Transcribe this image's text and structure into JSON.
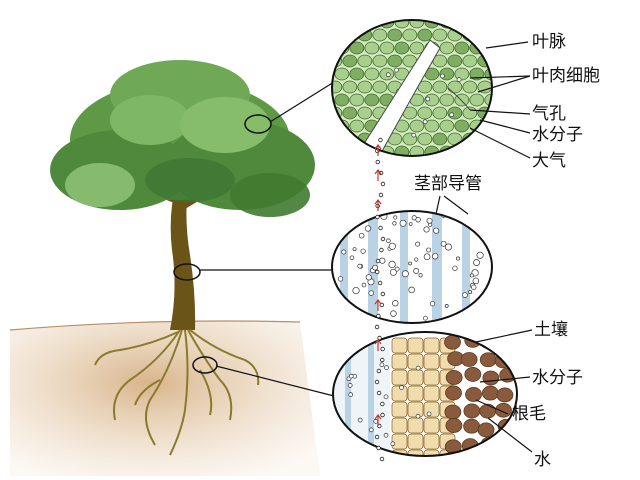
{
  "labels": {
    "vein": "叶脉",
    "mesophyll": "叶肉细胞",
    "stoma": "气孔",
    "water_molecule_top": "水分子",
    "atmosphere": "大气",
    "stem_vessel": "茎部导管",
    "soil": "土壤",
    "water_molecule_bottom": "水分子",
    "root_hair": "根毛",
    "water": "水"
  },
  "colors": {
    "leaf_cell": "#a9cf8c",
    "leaf_cell_dark": "#7fae62",
    "foliage": "#4f8a3c",
    "trunk": "#6b5418",
    "soil": "#c9a27a",
    "root_cell": "#f1dcae",
    "soil_particle": "#8a5a3c",
    "xylem": "#b9d3e4",
    "water_arrow": "#c0392b"
  }
}
